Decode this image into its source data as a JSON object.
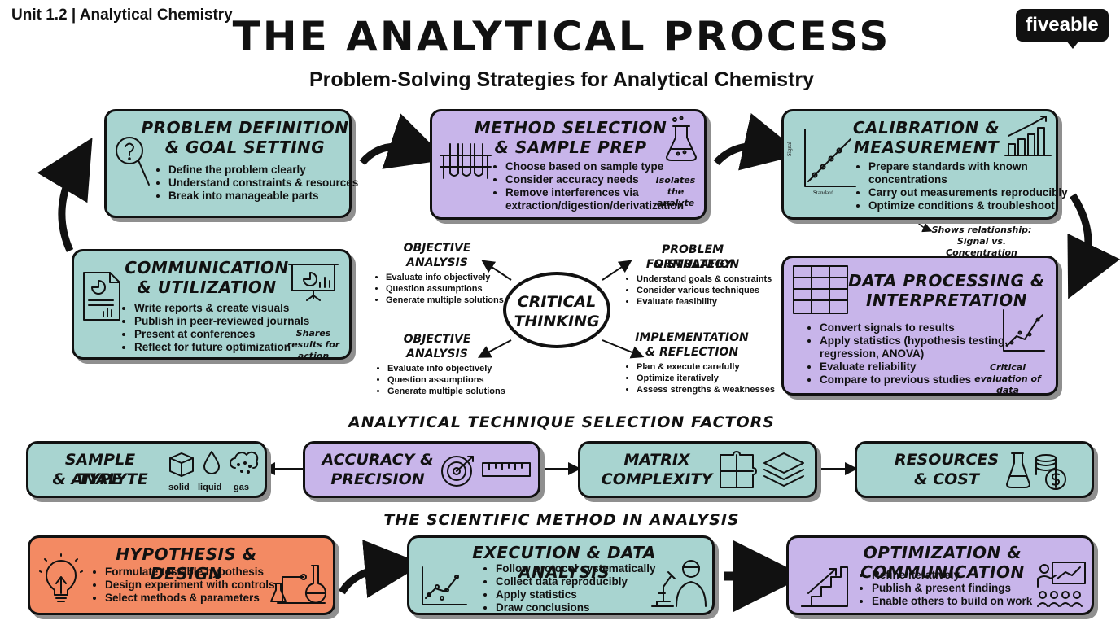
{
  "header": {
    "unit": "Unit 1.2 | Analytical Chemistry",
    "title": "THE ANALYTICAL PROCESS",
    "subtitle": "Problem-Solving Strategies for Analytical Chemistry",
    "brand": "fiveable"
  },
  "cycle": {
    "problem": {
      "title_line1": "PROBLEM DEFINITION",
      "title_line2": "& GOAL SETTING",
      "bullets": [
        "Define the problem clearly",
        "Understand constraints & resources",
        "Break into manageable parts"
      ]
    },
    "method": {
      "title_line1": "METHOD SELECTION",
      "title_line2": "& SAMPLE PREP",
      "bullets": [
        "Choose based on sample type",
        "Consider accuracy needs",
        "Remove interferences via extraction/digestion/derivatization"
      ],
      "note": "Isolates the analyte"
    },
    "calibration": {
      "title_line1": "CALIBRATION &",
      "title_line2": "MEASUREMENT",
      "graph_ylabel": "Signal",
      "graph_xlabel": "Standard",
      "bullets": [
        "Prepare standards with known concentrations",
        "Carry out measurements reproducibly",
        "Optimize conditions & troubleshoot"
      ],
      "note": "Shows relationship: Signal vs. Concentration"
    },
    "data": {
      "title_line1": "DATA PROCESSING &",
      "title_line2": "INTERPRETATION",
      "bullets": [
        "Convert signals to results",
        "Apply statistics (hypothesis testing, regression, ANOVA)",
        "Evaluate reliability",
        "Compare to previous studies"
      ],
      "note": "Critical evaluation of data"
    },
    "communication": {
      "title_line1": "COMMUNICATION",
      "title_line2": "& UTILIZATION",
      "bullets": [
        "Write reports & create visuals",
        "Publish in peer-reviewed journals",
        "Present at conferences",
        "Reflect for future optimization"
      ],
      "note": "Shares results for action"
    }
  },
  "critical": {
    "center_line1": "CRITICAL",
    "center_line2": "THINKING",
    "top_left": {
      "title_line1": "OBJECTIVE",
      "title_line2": "ANALYSIS",
      "bullets": [
        "Evaluate info objectively",
        "Question assumptions",
        "Generate multiple solutions"
      ]
    },
    "top_right": {
      "title_line1": "PROBLEM FORMULATION",
      "title_line2": "& STRATEGY",
      "bullets": [
        "Understand goals & constraints",
        "Consider various techniques",
        "Evaluate feasibility"
      ]
    },
    "bottom_left": {
      "title_line1": "OBJECTIVE",
      "title_line2": "ANALYSIS",
      "bullets": [
        "Evaluate info objectively",
        "Question assumptions",
        "Generate multiple solutions"
      ]
    },
    "bottom_right": {
      "title_line1": "IMPLEMENTATION",
      "title_line2": "& REFLECTION",
      "bullets": [
        "Plan & execute carefully",
        "Optimize iteratively",
        "Assess strengths & weaknesses"
      ]
    }
  },
  "factors": {
    "heading": "ANALYTICAL TECHNIQUE SELECTION FACTORS",
    "sample": {
      "title_line1": "SAMPLE TYPE",
      "title_line2": "& ANALYTE",
      "labels": [
        "solid",
        "liquid",
        "gas"
      ]
    },
    "accuracy": {
      "title_line1": "ACCURACY &",
      "title_line2": "PRECISION"
    },
    "matrix": {
      "title_line1": "MATRIX",
      "title_line2": "COMPLEXITY"
    },
    "resources": {
      "title_line1": "RESOURCES",
      "title_line2": "& COST"
    }
  },
  "scientific": {
    "heading": "THE SCIENTIFIC METHOD IN ANALYSIS",
    "hypothesis": {
      "title": "HYPOTHESIS & DESIGN",
      "bullets": [
        "Formulate testable hypothesis",
        "Design experiment with controls",
        "Select methods & parameters"
      ]
    },
    "execution": {
      "title": "EXECUTION & DATA ANALYSIS",
      "bullets": [
        "Follow protocol systematically",
        "Collect data reproducibly",
        "Apply statistics",
        "Draw conclusions"
      ]
    },
    "optimization": {
      "title": "OPTIMIZATION & COMMUNICATION",
      "bullets": [
        "Refine iteratively",
        "Publish & present findings",
        "Enable others to build on work"
      ]
    }
  },
  "colors": {
    "teal": "#a8d4d0",
    "purple": "#c8b5ea",
    "orange": "#f38a63",
    "ink": "#111111"
  }
}
